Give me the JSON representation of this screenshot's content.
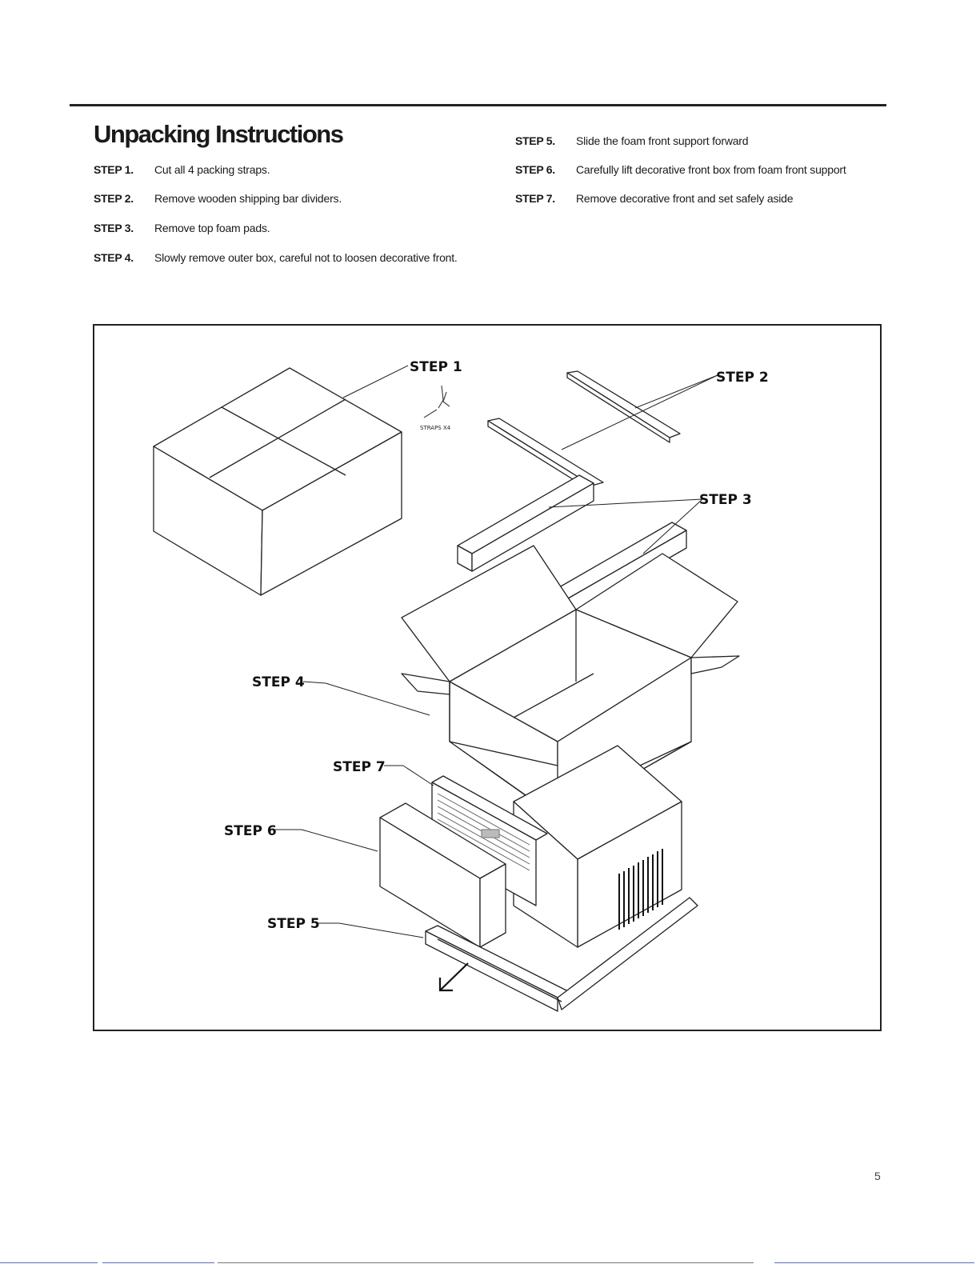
{
  "title": "Unpacking Instructions",
  "steps_left": [
    {
      "num": "STEP 1.",
      "text": "Cut all 4 packing straps."
    },
    {
      "num": "STEP 2.",
      "text": "Remove wooden shipping bar dividers."
    },
    {
      "num": "STEP 3.",
      "text": "Remove top foam pads."
    },
    {
      "num": "STEP 4.",
      "text": "Slowly remove outer box, careful not to loosen decorative front."
    }
  ],
  "steps_right": [
    {
      "num": "STEP 5.",
      "text": "Slide the foam front support forward"
    },
    {
      "num": "STEP 6.",
      "text": "Carefully lift decorative front box from foam front support"
    },
    {
      "num": "STEP 7.",
      "text": "Remove decorative front and set safely aside"
    }
  ],
  "diagram": {
    "labels": {
      "step1": "STEP 1",
      "step2": "STEP 2",
      "step3": "STEP 3",
      "step4": "STEP 4",
      "step5": "STEP 5",
      "step6": "STEP 6",
      "step7": "STEP 7",
      "straps": "STRAPS X4"
    }
  },
  "page_number": "5"
}
